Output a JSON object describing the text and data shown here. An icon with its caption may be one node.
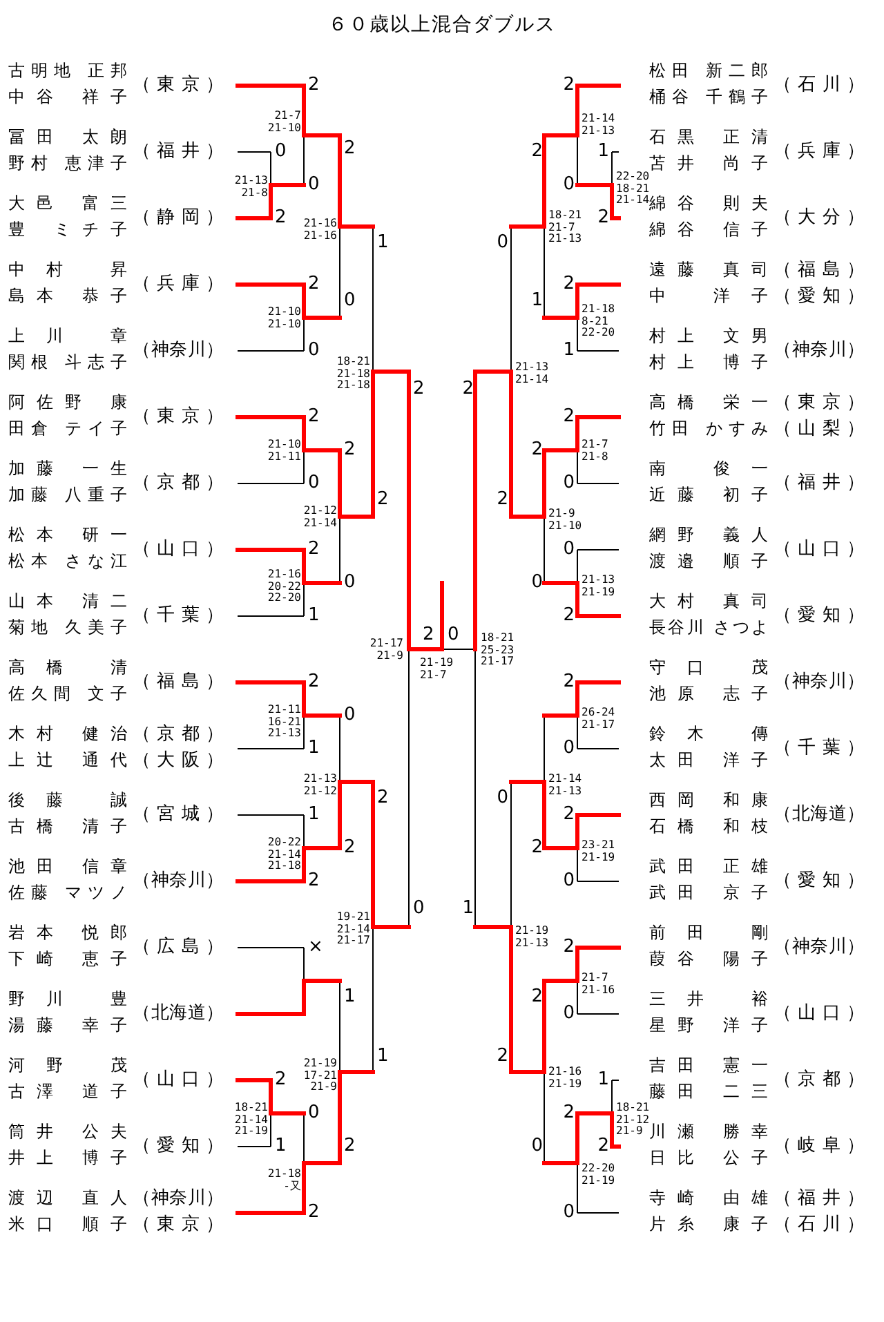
{
  "diagram": {
    "title": "６０歳以上混合ダブルス",
    "nodes": [
      {
        "text": [
          "古明地 正邦",
          "中谷 祥子",
          "（東京）"
        ]
      },
      {
        "text": [
          "冨田 太朗",
          "野村 恵津子",
          "（福井）"
        ]
      },
      {
        "text": [
          "大邑 富三",
          "豊 ミチ子",
          "（静岡）"
        ]
      },
      {
        "text": [
          "中村 昇",
          "島本 恭子",
          "（兵庫）"
        ]
      },
      {
        "text": [
          "上川 章",
          "関根 斗志子",
          "（神奈川）"
        ]
      },
      {
        "text": [
          "阿佐野 康",
          "田倉 テイ子",
          "（東京）"
        ]
      },
      {
        "text": [
          "加藤 一生",
          "加藤 八重子",
          "（京都）"
        ]
      },
      {
        "text": [
          "松本 研一",
          "松本 さな江",
          "（山口）"
        ]
      },
      {
        "text": [
          "山本 清二",
          "菊地 久美子",
          "（千葉）"
        ]
      },
      {
        "text": [
          "高橋 清",
          "佐久間 文子",
          "（福島）"
        ]
      },
      {
        "text": [
          "木村 健治",
          "（京都）",
          "上辻 通代",
          "（大阪）"
        ]
      },
      {
        "text": [
          "後藤 誠",
          "古橋 清子",
          "（宮城）"
        ]
      },
      {
        "text": [
          "池田 信章",
          "佐藤 マツノ",
          "（神奈川）"
        ]
      },
      {
        "text": [
          "岩本 悦郎",
          "下崎 恵子",
          "（広島）"
        ]
      },
      {
        "text": [
          "野川 豊",
          "湯藤 幸子",
          "（北海道）"
        ]
      },
      {
        "text": [
          "河野 茂",
          "古澤 道子",
          "（山口）"
        ]
      },
      {
        "text": [
          "筒井 公夫",
          "井上 博子",
          "（愛知）"
        ]
      },
      {
        "text": [
          "渡辺 直人",
          "（神奈川）",
          "米口 順子",
          "（東京）"
        ]
      },
      {
        "text": [
          "松田 新二郎",
          "桶谷 千鶴子",
          "（石川）"
        ]
      },
      {
        "text": [
          "石黒 正清",
          "苫井 尚子",
          "（兵庫）"
        ]
      },
      {
        "text": [
          "綿谷 則夫",
          "綿谷 信子",
          "（大分）"
        ]
      },
      {
        "text": [
          "遠藤 真司",
          "（福島）",
          "中 洋子",
          "（愛知）"
        ]
      },
      {
        "text": [
          "村上 文男",
          "村上 博子",
          "（神奈川）"
        ]
      },
      {
        "text": [
          "高橋 栄一",
          "（東京）",
          "竹田 かすみ",
          "（山梨）"
        ]
      },
      {
        "text": [
          "南 俊一",
          "近藤 初子",
          "（福井）"
        ]
      },
      {
        "text": [
          "網野 義人",
          "渡邉 順子",
          "（山口）"
        ]
      },
      {
        "text": [
          "大村 真司",
          "長谷川 さつよ",
          "（愛知）"
        ]
      },
      {
        "text": [
          "守口 茂",
          "池原 志子",
          "（神奈川）"
        ]
      },
      {
        "text": [
          "鈴木 傳",
          "太田 洋子",
          "（千葉）"
        ]
      },
      {
        "text": [
          "西岡 和康",
          "石橋 和枝",
          "（北海道）"
        ]
      },
      {
        "text": [
          "武田 正雄",
          "武田 京子",
          "（愛知）"
        ]
      },
      {
        "text": [
          "前田 剛",
          "葭谷 陽子",
          "（神奈川）"
        ]
      },
      {
        "text": [
          "三井 裕",
          "星野 洋子",
          "（山口）"
        ]
      },
      {
        "text": [
          "吉田 憲一",
          "藤田 二三",
          "（京都）"
        ]
      },
      {
        "text": [
          "川瀬 勝幸",
          "日比 公子",
          "（岐阜）"
        ]
      },
      {
        "text": [
          "寺崎 由雄",
          "（福井）",
          "片糸 康子",
          "（石川）"
        ]
      }
    ],
    "labels": [
      "2",
      "21-7 21-10",
      "0",
      "21-13 21-8",
      "0",
      "2",
      "2",
      "21-16 21-16",
      "2",
      "21-10 21-10",
      "0",
      "0",
      "1",
      "18-21 21-18 21-18",
      "2",
      "2",
      "21-10 21-11",
      "2",
      "0",
      "2",
      "21-12 21-14",
      "2",
      "21-16 20-22 22-20",
      "0",
      "1",
      "21-17 21-9",
      "2",
      "0",
      "21-19 21-7",
      "18-21 25-23 21-17",
      "2",
      "21-11 16-21 21-13",
      "0",
      "1",
      "21-13 21-12",
      "2",
      "1",
      "20-22 21-14 21-18",
      "2",
      "2",
      "0",
      "19-21 21-14 21-17",
      "×",
      "1",
      "1",
      "21-19 17-21 21-9",
      "2",
      "18-21 21-14 21-19",
      "0",
      "1",
      "2",
      "21-18 -又",
      "2",
      "2",
      "21-14 21-13",
      "2",
      "1",
      "22-20 18-21 21-14",
      "0",
      "2",
      "18-21 21-7 21-13",
      "0",
      "2",
      "1",
      "21-18 8-21 22-20",
      "1",
      "21-13 21-14",
      "2",
      "2",
      "21-7 21-8",
      "2",
      "0",
      "2",
      "21-9 21-10",
      "0",
      "21-13 21-19",
      "0",
      "2",
      "2",
      "26-24 21-17",
      "0",
      "21-14 21-13",
      "0",
      "2",
      "23-21 21-19",
      "2",
      "0",
      "1",
      "21-19 21-13",
      "2",
      "21-7 21-16",
      "2",
      "0",
      "2",
      "21-16 21-19",
      "1",
      "18-21 21-12 21-9",
      "2",
      "0",
      "2",
      "22-20 21-19",
      "0"
    ]
  }
}
